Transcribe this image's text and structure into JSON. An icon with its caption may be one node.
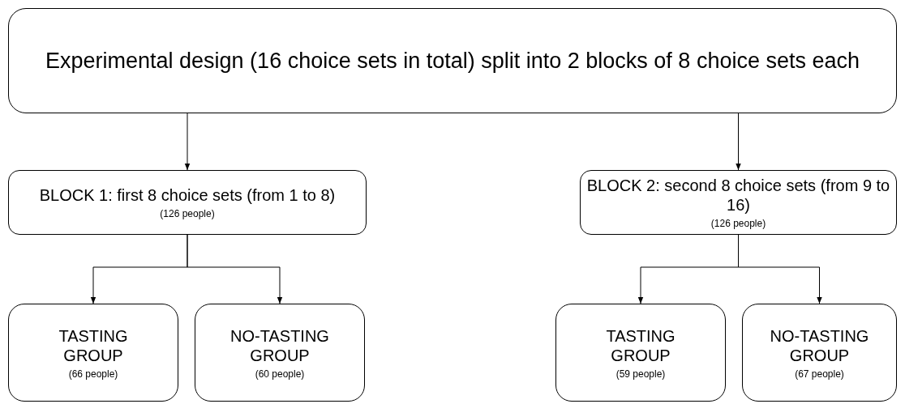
{
  "diagram": {
    "nodes": [
      {
        "text": [
          "Experimental design (16 choice sets in total) split into 2 blocks of 8 choice sets each"
        ]
      },
      {
        "text": [
          "BLOCK 1: first 8 choice sets (from 1 to 8)",
          "(126 people)"
        ]
      },
      {
        "text": [
          "BLOCK 2: second 8 choice sets (from 9 to 16)",
          "(126 people)"
        ]
      },
      {
        "text": [
          "TASTING GROUP",
          "(66 people)"
        ]
      },
      {
        "text": [
          "NO-TASTING GROUP",
          "(60 people)"
        ]
      },
      {
        "text": [
          "TASTING GROUP",
          "(59 people)"
        ]
      },
      {
        "text": [
          "NO-TASTING GROUP",
          "(67 people)"
        ]
      }
    ],
    "edges": [
      {
        "from": 0,
        "to": 1,
        "arrow": "to"
      },
      {
        "from": 0,
        "to": 2,
        "arrow": "to"
      },
      {
        "from": 1,
        "to": 3,
        "arrow": "to"
      },
      {
        "from": 1,
        "to": 4,
        "arrow": "to"
      },
      {
        "from": 2,
        "to": 5,
        "arrow": "to"
      },
      {
        "from": 2,
        "to": 6,
        "arrow": "to"
      }
    ]
  }
}
